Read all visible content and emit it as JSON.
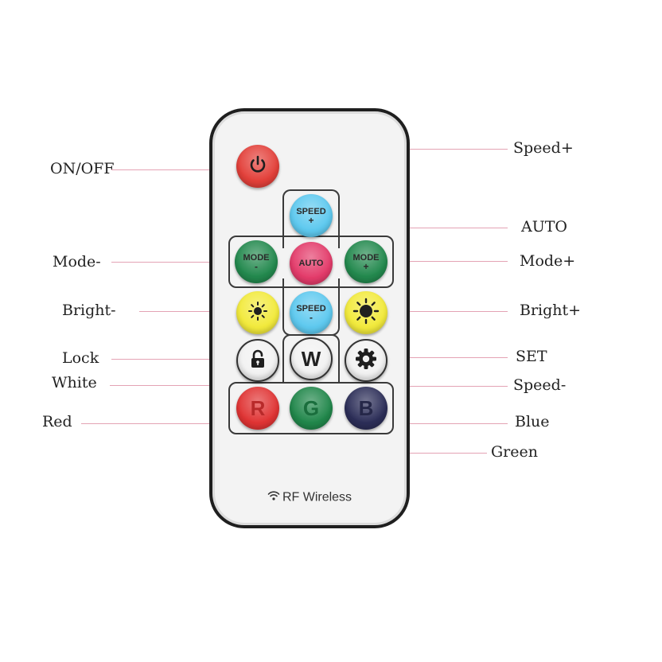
{
  "colors": {
    "power": "#e3403a",
    "speed": "#5ec9ef",
    "mode": "#23894e",
    "auto": "#e33b6a",
    "bright": "#f2ea3c",
    "white_btn": "#f2f2f2",
    "red": "#e03434",
    "green": "#21874b",
    "blue": "#2c2e58",
    "leader": "#e4a3b4"
  },
  "remote": {
    "brand": "RF Wireless",
    "brand_icon": "wifi-icon"
  },
  "buttons": {
    "power": {
      "icon": "power-icon"
    },
    "speed_plus": {
      "text": "SPEED",
      "sub": "+"
    },
    "mode_minus": {
      "text": "MODE",
      "sub": "-"
    },
    "auto": {
      "text": "AUTO"
    },
    "mode_plus": {
      "text": "MODE",
      "sub": "+"
    },
    "bright_minus": {
      "icon": "sun-small-icon"
    },
    "speed_minus": {
      "text": "SPEED",
      "sub": "-"
    },
    "bright_plus": {
      "icon": "sun-large-icon"
    },
    "lock": {
      "icon": "lock-icon"
    },
    "white": {
      "letter": "W"
    },
    "set": {
      "icon": "gear-icon"
    },
    "red": {
      "letter": "R"
    },
    "green": {
      "letter": "G"
    },
    "blue": {
      "letter": "B"
    }
  },
  "callouts": {
    "on_off": "ON/OFF",
    "speed_plus": "Speed+",
    "auto": "AUTO",
    "mode_minus": "Mode-",
    "mode_plus": "Mode+",
    "bright_minus": "Bright-",
    "bright_plus": "Bright+",
    "lock": "Lock",
    "set": "SET",
    "white": "White",
    "speed_minus": "Speed-",
    "red": "Red",
    "blue": "Blue",
    "green": "Green"
  }
}
